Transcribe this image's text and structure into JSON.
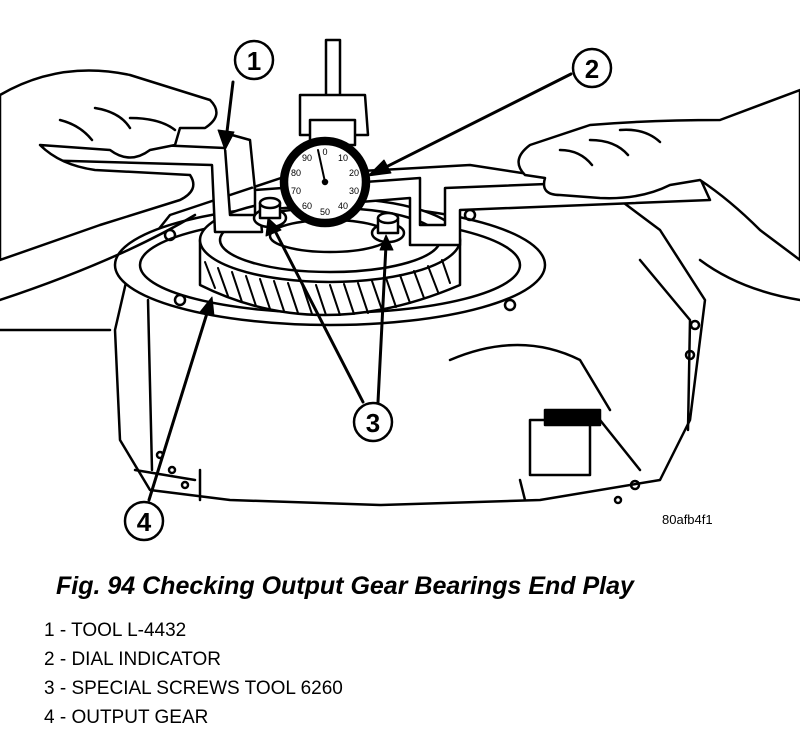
{
  "figure": {
    "caption": "Fig. 94 Checking Output Gear Bearings End Play",
    "image_code": "80afb4f1",
    "callouts": [
      "1",
      "2",
      "3",
      "4"
    ],
    "dial_numbers": [
      "0",
      "10",
      "20",
      "30",
      "40",
      "50",
      "60",
      "70",
      "80",
      "90"
    ]
  },
  "legend": [
    "1 - TOOL L-4432",
    "2 - DIAL INDICATOR",
    "3 - SPECIAL SCREWS TOOL 6260",
    "4 - OUTPUT GEAR"
  ]
}
